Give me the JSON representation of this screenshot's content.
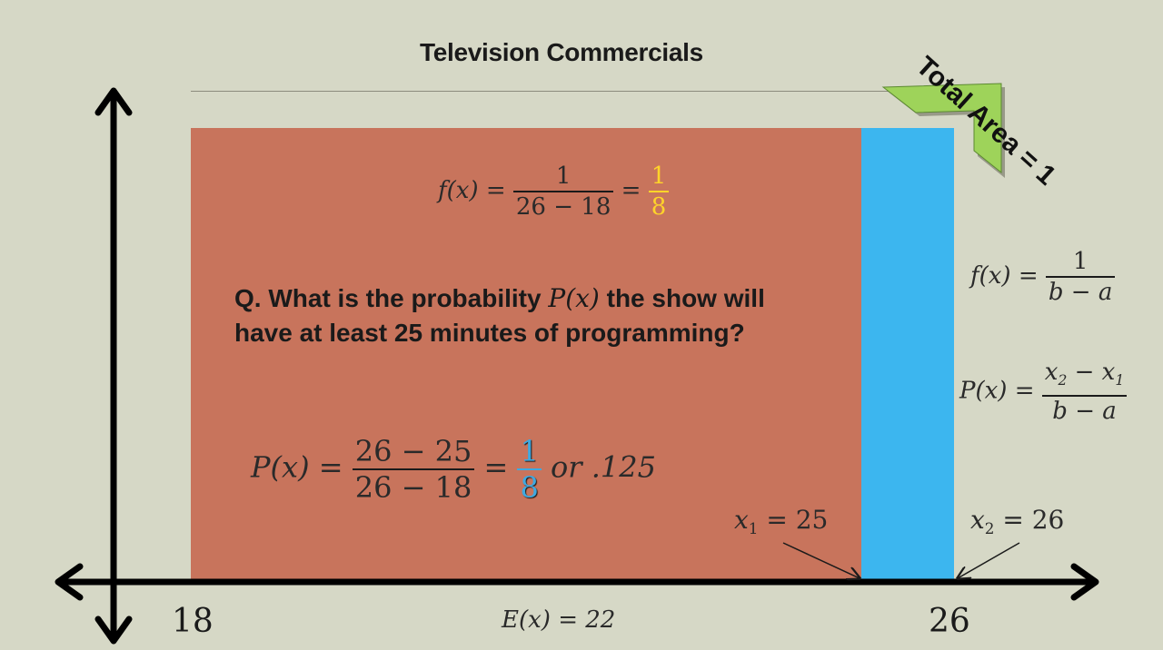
{
  "title": "Television Commercials",
  "annotation": "Total Area = 1",
  "fx_specific": {
    "lhs": "f(x) =",
    "numerator": "1",
    "denominator": "26 − 18",
    "equals": "=",
    "result_numerator": "1",
    "result_denominator": "8"
  },
  "question": {
    "prefix": "Q. What is the probability",
    "math": "P(x)",
    "suffix": "the show will have at least 25 minutes of programming?"
  },
  "px_calc": {
    "lhs": "P(x) =",
    "numerator": "26 − 25",
    "denominator": "26 − 18",
    "equals": "=",
    "result_numerator": "1",
    "result_denominator": "8",
    "tail": "or .125"
  },
  "fx_general": {
    "lhs": "f(x) =",
    "numerator": "1",
    "denominator": "b − a"
  },
  "px_general": {
    "lhs": "P(x) =",
    "numerator_a": "x",
    "sub_2": "2",
    "minus": " − x",
    "sub_1": "1",
    "denominator": "b − a"
  },
  "x1_label": {
    "var": "x",
    "sub": "1",
    "rest": " = 25"
  },
  "x2_label": {
    "var": "x",
    "sub": "2",
    "rest": " = 26"
  },
  "expected_value": "E(x) = 22",
  "axis": {
    "tick_left": "18",
    "tick_right": "26"
  },
  "colors": {
    "background": "#d6d8c6",
    "region_main": "#c8745c",
    "region_highlight": "#3cb6ef",
    "fraction_yellow": "#ffd42a",
    "fraction_blue": "#3fa9e0",
    "corner_green": "#9ed35a"
  }
}
